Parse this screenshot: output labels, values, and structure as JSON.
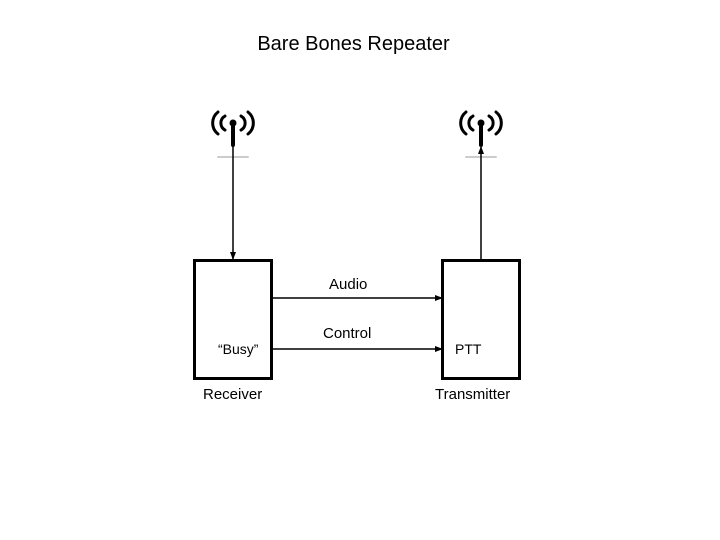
{
  "title": "Bare Bones Repeater",
  "receiver": {
    "label": "Receiver",
    "signal_label": "“Busy”"
  },
  "transmitter": {
    "label": "Transmitter",
    "input_label": "PTT"
  },
  "links": {
    "audio_label": "Audio",
    "control_label": "Control"
  },
  "icons": {
    "rx_antenna": "antenna-icon",
    "tx_antenna": "antenna-icon"
  },
  "colors": {
    "stroke": "#000000",
    "background": "#ffffff"
  }
}
